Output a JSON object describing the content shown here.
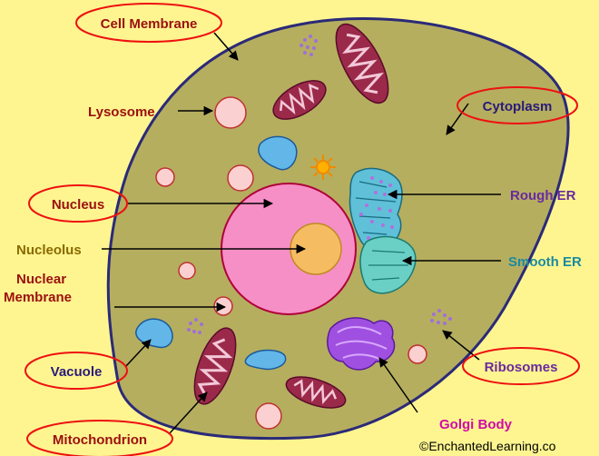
{
  "labels": {
    "cell_membrane": "Cell Membrane",
    "lysosome": "Lysosome",
    "cytoplasm": "Cytoplasm",
    "nucleus": "Nucleus",
    "rough_er": "Rough ER",
    "nucleolus": "Nucleolus",
    "smooth_er": "Smooth ER",
    "nuclear_membrane_line1": "Nuclear",
    "nuclear_membrane_line2": "Membrane",
    "vacuole": "Vacuole",
    "ribosomes": "Ribosomes",
    "golgi_body": "Golgi Body",
    "mitochondrion": "Mitochondrion"
  },
  "credit": "©EnchantedLearning.co",
  "colors": {
    "background": "#fef590",
    "cytoplasm": "#b5ae5f",
    "membrane": "#2b2a78",
    "nucleus": "#f68fc6",
    "nucleolus": "#f6bc62",
    "label_oval": "#ee1111",
    "label_dark_red": "#9b1010",
    "label_olive": "#8a6a00",
    "label_purple": "#6a2aa0",
    "label_teal": "#1a8aa0",
    "label_magenta": "#d00aa8",
    "label_navy": "#2a1a7a"
  }
}
